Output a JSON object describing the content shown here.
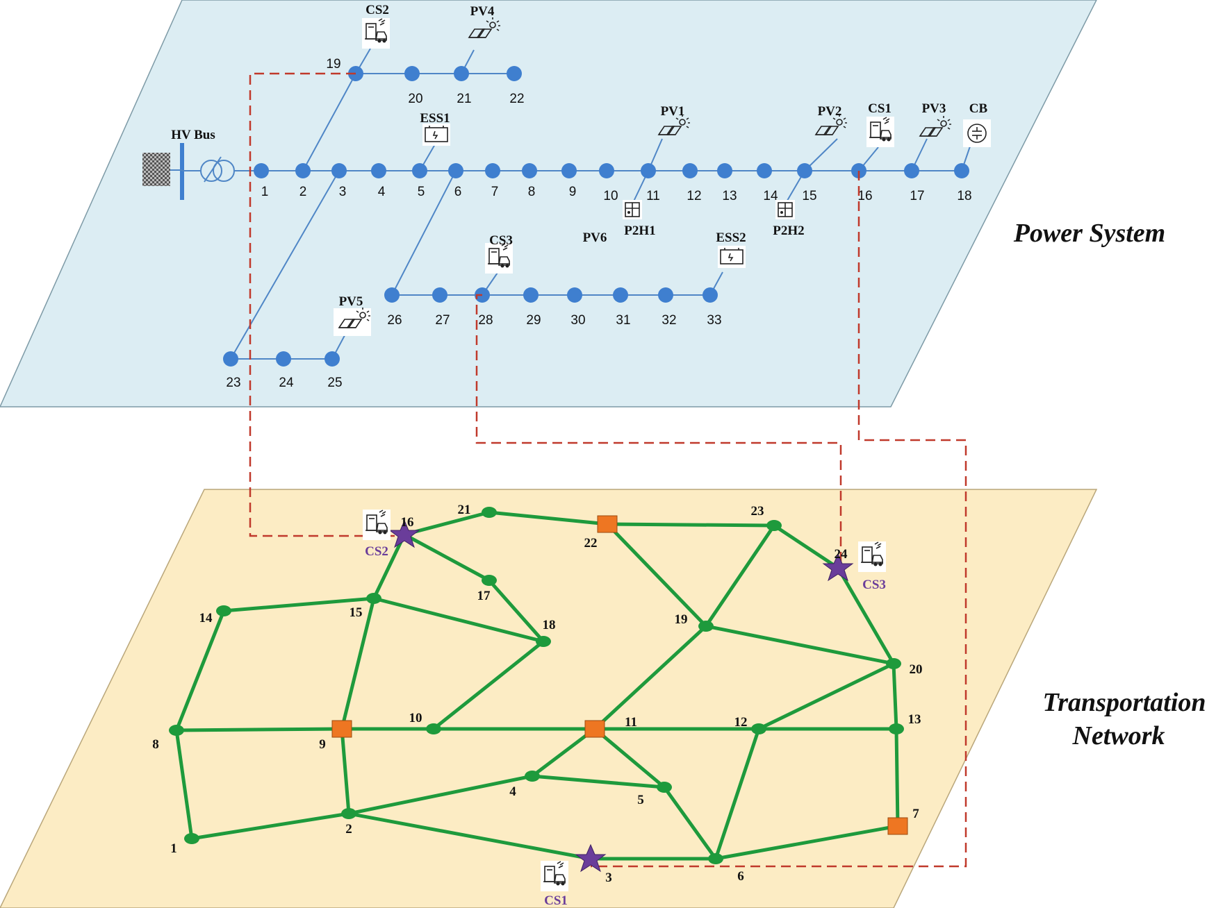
{
  "layers": {
    "power_title": "Power System",
    "transport_title_line1": "Transportation",
    "transport_title_line2": "Network"
  },
  "power": {
    "hv_bus_label": "HV Bus",
    "bus_numbers": [
      "1",
      "2",
      "3",
      "4",
      "5",
      "6",
      "7",
      "8",
      "9",
      "10",
      "11",
      "12",
      "13",
      "14",
      "15",
      "16",
      "17",
      "18",
      "19",
      "20",
      "21",
      "22",
      "23",
      "24",
      "25",
      "26",
      "27",
      "28",
      "29",
      "30",
      "31",
      "32",
      "33"
    ],
    "devices": {
      "cs1": "CS1",
      "cs2": "CS2",
      "cs3": "CS3",
      "pv1": "PV1",
      "pv2": "PV2",
      "pv3": "PV3",
      "pv4": "PV4",
      "pv5": "PV5",
      "pv6": "PV6",
      "ess1": "ESS1",
      "ess2": "ESS2",
      "p2h1": "P2H1",
      "p2h2": "P2H2",
      "cb": "CB"
    }
  },
  "transport": {
    "node_numbers": [
      "1",
      "2",
      "3",
      "4",
      "5",
      "6",
      "7",
      "8",
      "9",
      "10",
      "11",
      "12",
      "13",
      "14",
      "15",
      "16",
      "17",
      "18",
      "19",
      "20",
      "21",
      "22",
      "23",
      "24"
    ],
    "stations": {
      "cs1": "CS1",
      "cs2": "CS2",
      "cs3": "CS3"
    }
  },
  "colors": {
    "power_plane": "#dcedf3",
    "transport_plane": "#fcecc4",
    "power_bus": "#3f7fcf",
    "road": "#1e9a3c",
    "square_node": "#ee7622",
    "charging_star": "#6a3d9a",
    "coupling_link": "#c0392b"
  }
}
